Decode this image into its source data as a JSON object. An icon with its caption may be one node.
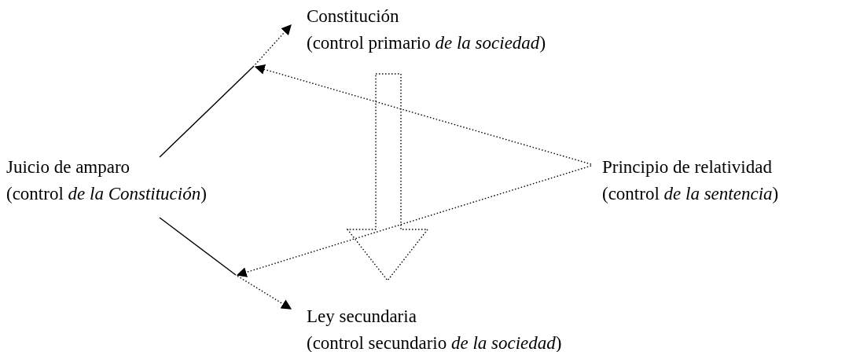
{
  "diagram": {
    "nodes": [
      {
        "text": [
          "Constitución",
          "(control primario *de la sociedad*)"
        ]
      },
      {
        "text": [
          "Juicio de amparo",
          "(control *de la Constitución*)"
        ]
      },
      {
        "text": [
          "Principio de relatividad",
          "(control *de la sentencia*)"
        ]
      },
      {
        "text": [
          "Ley secundaria",
          "(control secundario *de la sociedad*)"
        ]
      }
    ],
    "edges": [
      {
        "from": 1,
        "to": 0,
        "arrow": "to"
      },
      {
        "from": 1,
        "to": 3,
        "arrow": "to"
      },
      {
        "from": 2,
        "to": null,
        "arrow": "to",
        "style": "dashed"
      },
      {
        "from": 2,
        "to": null,
        "arrow": "to",
        "style": "dashed"
      },
      {
        "from": 0,
        "to": 3,
        "arrow": "to",
        "style": "dashed"
      }
    ]
  }
}
